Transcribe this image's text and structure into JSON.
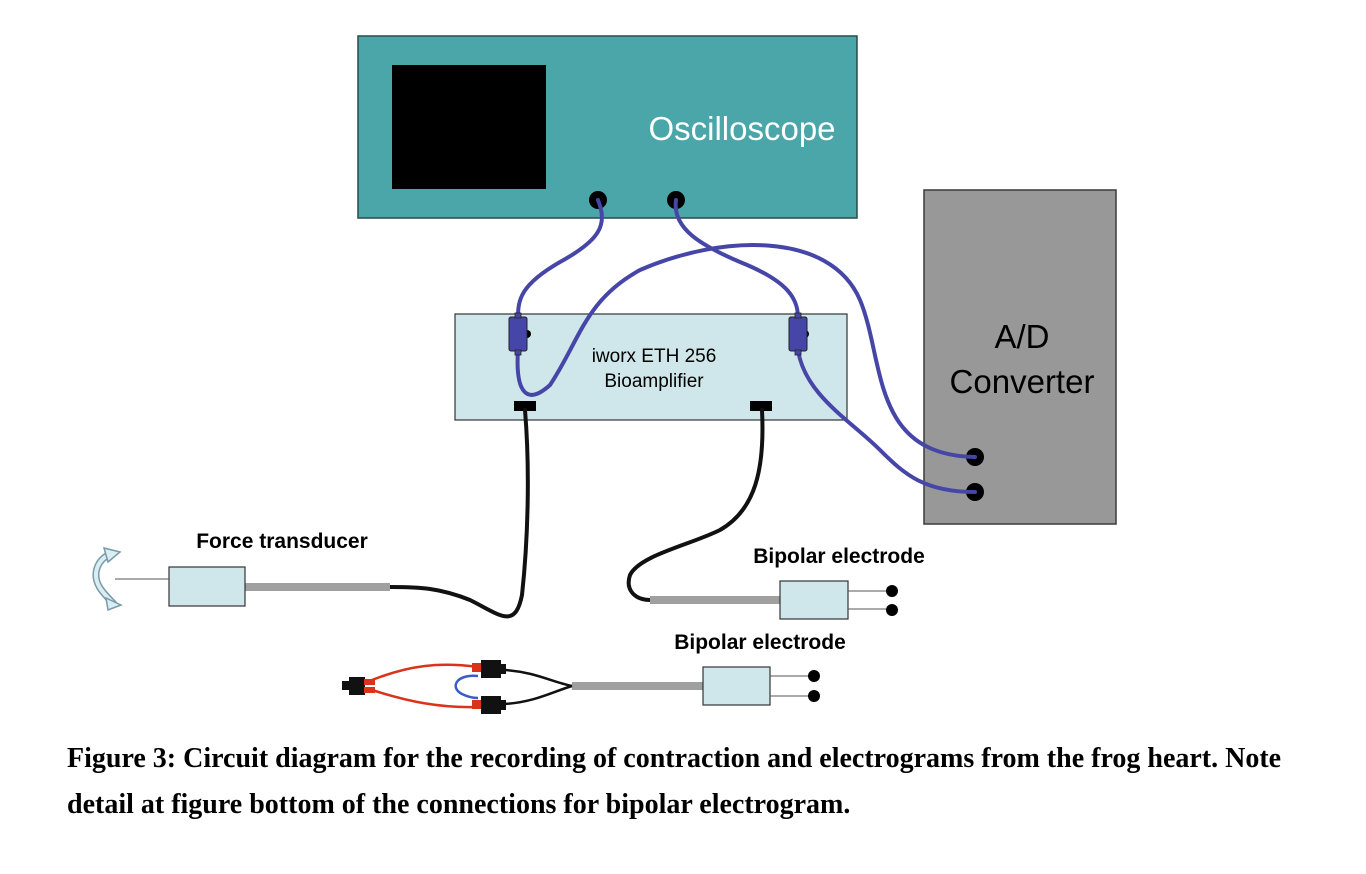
{
  "labels": {
    "oscilloscope": "Oscilloscope",
    "bioamp_line1": "iworx ETH 256",
    "bioamp_line2": "Bioamplifier",
    "ad_line1": "A/D",
    "ad_line2": "Converter",
    "force_transducer": "Force transducer",
    "bipolar_electrode_1": "Bipolar electrode",
    "bipolar_electrode_2": "Bipolar electrode"
  },
  "caption": "Figure 3: Circuit diagram for the recording of contraction and electrograms from the frog heart. Note detail at figure bottom of the connections for bipolar electrogram.",
  "colors": {
    "oscilloscope_fill": "#4aa6a8",
    "ad_converter_fill": "#989898",
    "bioamp_fill": "#cfe6ea",
    "signal_cable": "#4646a8",
    "ground_cable": "#111111",
    "sheath": "#a0a0a0",
    "red_lead": "#d9341a",
    "blue_lead": "#3a5bc8"
  }
}
